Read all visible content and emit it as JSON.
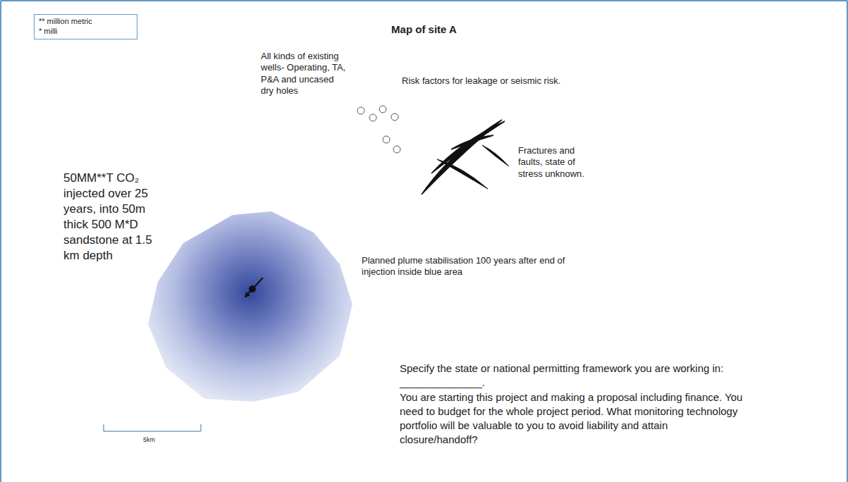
{
  "diagram": {
    "title": "Map of site A",
    "nodes": [
      {
        "text": [
          "** million metric",
          "* milli"
        ]
      }
    ],
    "labels": [
      "All kinds of existing wells- Operating, TA, P&A and uncased dry holes",
      "Risk factors for leakage or seismic risk.",
      "Fractures and faults, state of stress unknown.",
      "50MM**T CO₂ injected over 25 years, into 50m thick 500 M*D sandstone at 1.5 km depth",
      "Planned plume stabilisation 100 years after end of injection inside blue area",
      "5km",
      "Specify the state or national permitting framework you are working in: ______________.",
      "You are starting this project and making a proposal including finance. You need to budget for the whole project period. What monitoring technology portfolio will be valuable to you to avoid liability and attain closure/handoff?"
    ]
  }
}
